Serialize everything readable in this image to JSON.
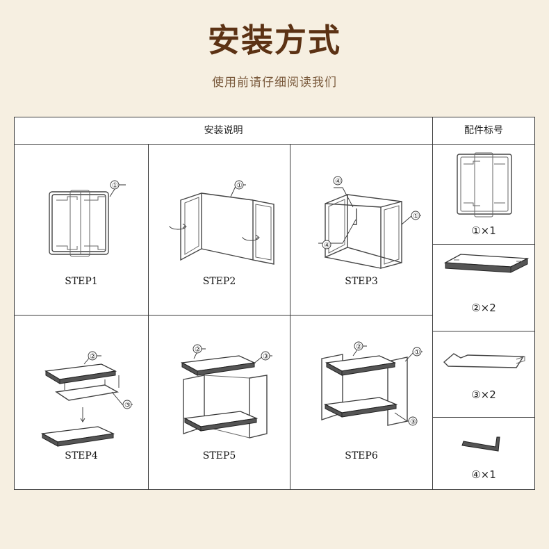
{
  "header": {
    "title": "安装方式",
    "subtitle": "使用前请仔细阅读我们"
  },
  "table": {
    "left_header": "安装说明",
    "right_header": "配件标号"
  },
  "steps": [
    "STEP1",
    "STEP2",
    "STEP3",
    "STEP4",
    "STEP5",
    "STEP6"
  ],
  "parts": [
    {
      "label": "①×1",
      "icon": "side-frame-icon"
    },
    {
      "label": "②×2",
      "icon": "shelf-tray-icon"
    },
    {
      "label": "③×2",
      "icon": "support-bar-icon"
    },
    {
      "label": "④×1",
      "icon": "hex-key-icon"
    }
  ],
  "callouts": {
    "one": "①",
    "two": "②",
    "three": "③",
    "four": "④"
  },
  "colors": {
    "background": "#f6efe1",
    "title": "#5c3214",
    "subtitle": "#7a5a3c",
    "line": "#3a3a3a"
  }
}
